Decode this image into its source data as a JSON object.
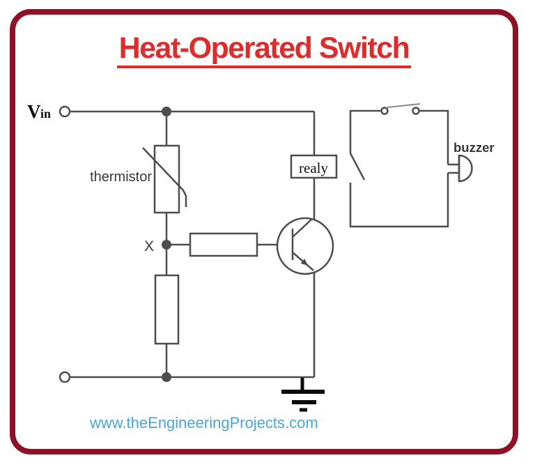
{
  "title": {
    "text": "Heat-Operated Switch"
  },
  "labels": {
    "vin_main": "V",
    "vin_sub": "in",
    "thermistor": "thermistor",
    "node_x": "X",
    "relay": "realy",
    "buzzer": "buzzer"
  },
  "footer": {
    "website": "www.theEngineeringProjects.com"
  },
  "colors": {
    "frame_border": "#8e1126",
    "title_red": "#de2b2b",
    "wire_gray": "#4d4d4d",
    "label_gray": "#383838",
    "website_blue": "#4aa6d8",
    "ground_black": "#0a0a0a"
  }
}
